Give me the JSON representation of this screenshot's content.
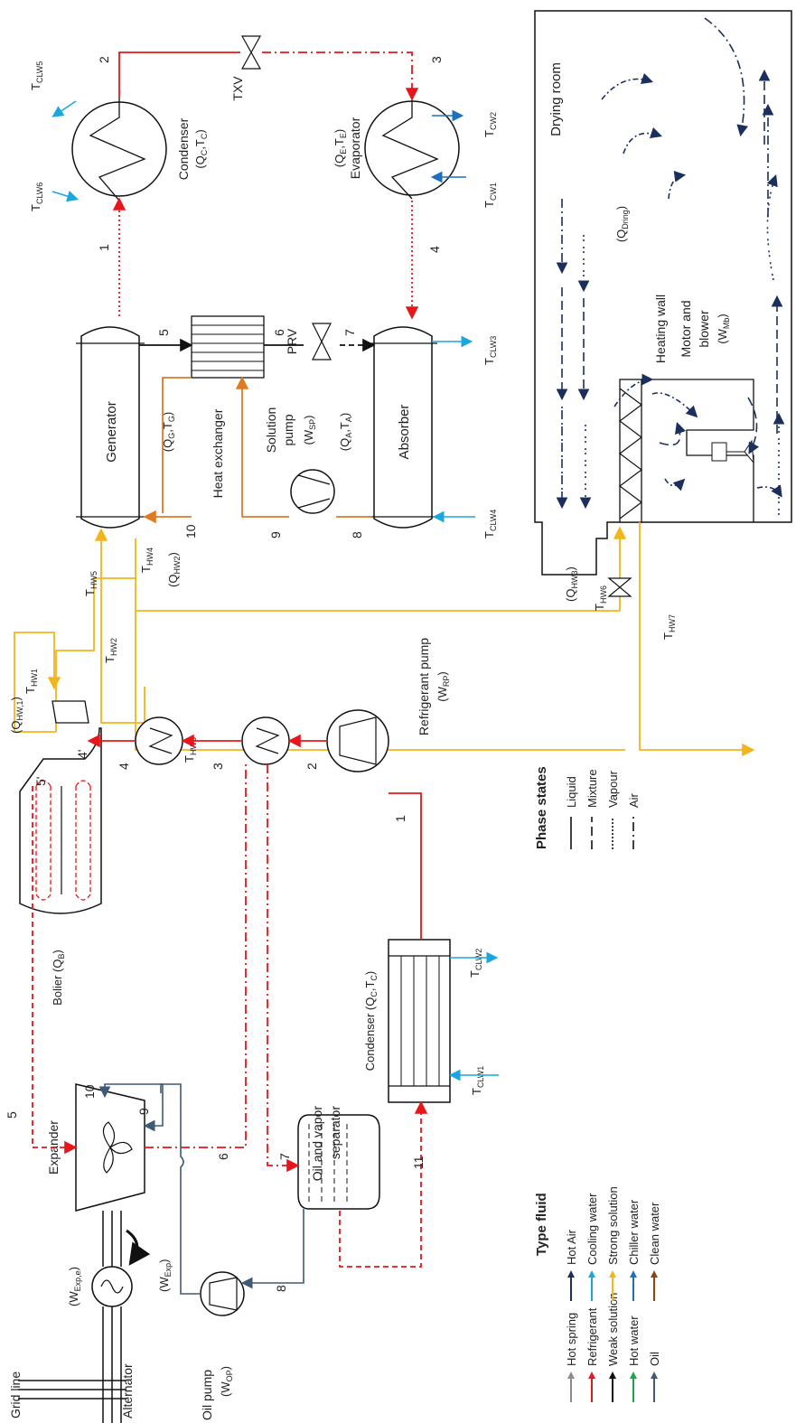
{
  "labels": {
    "grid_line": "Grid line",
    "alternator": "Alternator",
    "w_exp_e": "(W",
    "w_exp_e_sub": "Exp,e",
    "w_exp": "(W",
    "w_exp_sub": "Exp",
    "oil_pump": "Oil pump",
    "w_op": "(W",
    "w_op_sub": "OP",
    "expander": "Expander",
    "oil_vapor_separator_1": "Oil and vapor",
    "oil_vapor_separator_2": "separator",
    "condenser_bottom": "Condenser (Q",
    "condenser_bottom_mid": ",T",
    "t_clw1": "T",
    "t_clw1_sub": "CLW1",
    "t_clw2": "T",
    "t_clw2_sub": "CLW2",
    "refrigerant_pump": "Refrigerant pump",
    "w_rp": "(W",
    "w_rp_sub": "RP",
    "bolier": "Bolier (Q",
    "bolier_sub": "B",
    "q_hw1": "(Q",
    "q_hw1_sub": "HW,1",
    "t_hw1": "T",
    "t_hw1_sub": "HW1",
    "t_hw2": "T",
    "t_hw2_sub": "HW2",
    "t_hw3": "T",
    "t_hw3_sub": "HW3",
    "t_hw4": "T",
    "t_hw4_sub": "HW4",
    "t_hw5": "T",
    "t_hw5_sub": "HW5",
    "t_hw6": "T",
    "t_hw6_sub": "HW6",
    "t_hw7": "T",
    "t_hw7_sub": "HW7",
    "q_hw2": "(Q",
    "q_hw2_sub": "HW2",
    "q_hw3": "(Q",
    "q_hw3_sub": "HW3",
    "generator": "Generator",
    "q_g": "(Q",
    "q_g_sub": "G",
    "q_g_t": ",T",
    "heat_exchanger": "Heat exchanger",
    "solution_pump_1": "Solution",
    "solution_pump_2": "pump",
    "w_sp": "(W",
    "w_sp_sub": "SP",
    "absorber": "Absorber",
    "q_a": "(Q",
    "q_a_sub": "A",
    "q_a_t": ",T",
    "prv": "PRV",
    "condenser_top_1": "Condenser",
    "condenser_top_2": "(Q",
    "condenser_top_sub": "C",
    "condenser_top_t": ",T",
    "t_clw5": "T",
    "t_clw5_sub": "CLW5",
    "t_clw6": "T",
    "t_clw6_sub": "CLW6",
    "txv": "TXV",
    "evaporator_1": "(Q",
    "evaporator_1_sub": "E",
    "evaporator_1_t": ",T",
    "evaporator_2": "Evaporator",
    "t_cw1": "T",
    "t_cw1_sub": "CW1",
    "t_cw2": "T",
    "t_cw2_sub": "CW2",
    "t_clw3": "T",
    "t_clw3_sub": "CLW3",
    "t_clw4": "T",
    "t_clw4_sub": "CLW4",
    "drying_room": "Drying room",
    "q_dring": "(Q",
    "q_dring_sub": "Dring",
    "heating_wall": "Heating wall",
    "motor_blower_1": "Motor and",
    "motor_blower_2": "blower",
    "w_mb": "(W",
    "w_mb_sub": "Mb",
    "sub_c": "C",
    "sub_e": "E",
    "sub_g": "G",
    "sub_a": "A",
    "close": ")"
  },
  "state_points": {
    "orc": [
      "1",
      "2",
      "3",
      "4",
      "4'",
      "5'",
      "5",
      "6",
      "7",
      "8",
      "9",
      "10",
      "11"
    ],
    "abs": [
      "1",
      "2",
      "3",
      "4",
      "5",
      "6",
      "7",
      "8",
      "9",
      "10"
    ]
  },
  "legend_type_fluid": {
    "title": "Type fluid",
    "items": [
      {
        "label": "Hot spring",
        "color": "#8c8c8c"
      },
      {
        "label": "Refrigerant",
        "color": "#e8161b"
      },
      {
        "label": "Weak solution",
        "color": "#111111"
      },
      {
        "label": "Hot water",
        "color": "#19a64a"
      },
      {
        "label": "Oil",
        "color": "#3e5a78"
      },
      {
        "label": "Hot Air",
        "color": "#1b2f5e"
      },
      {
        "label": "Cooling water",
        "color": "#1aa7e0"
      },
      {
        "label": "Strong solution",
        "color": "#f2b51b"
      },
      {
        "label": "Chiller water",
        "color": "#1f6fbf"
      },
      {
        "label": "Clean water",
        "color": "#8b4513"
      }
    ]
  },
  "legend_phase_states": {
    "title": "Phase states",
    "items": [
      {
        "label": "Liquid",
        "style": "solid"
      },
      {
        "label": "Mixture",
        "style": "dashed"
      },
      {
        "label": "Vapour",
        "style": "dotted"
      },
      {
        "label": "Air",
        "style": "dashdot"
      }
    ]
  },
  "colors": {
    "refrigerant": "#e8161b",
    "strong_solution": "#f2b51b",
    "weak_solution_line": "#e07a22",
    "cooling_water": "#1aa7e0",
    "chiller_water": "#1f6fbf",
    "oil": "#3e5a78",
    "hot_air": "#1b2f5e"
  }
}
